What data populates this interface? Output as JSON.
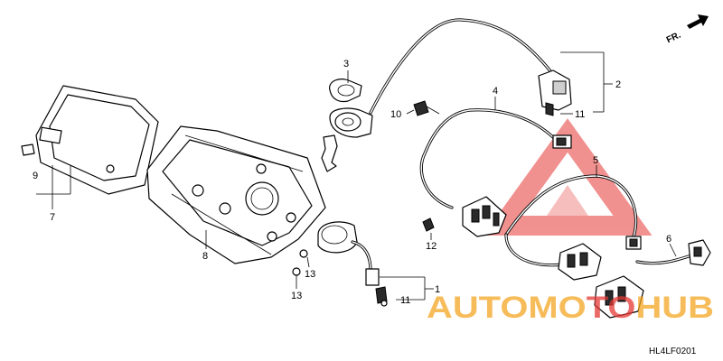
{
  "diagram": {
    "direction_label": "FR.",
    "code": "HL4LF0201",
    "watermark": {
      "part1": "AUTOMO",
      "part2": "TO",
      "part3": "HUB",
      "color_red": "#e53935",
      "color_orange": "#f5a623"
    },
    "callouts": [
      "1",
      "2",
      "3",
      "4",
      "5",
      "6",
      "7",
      "8",
      "9",
      "10",
      "11",
      "11",
      "12",
      "13",
      "13"
    ]
  }
}
